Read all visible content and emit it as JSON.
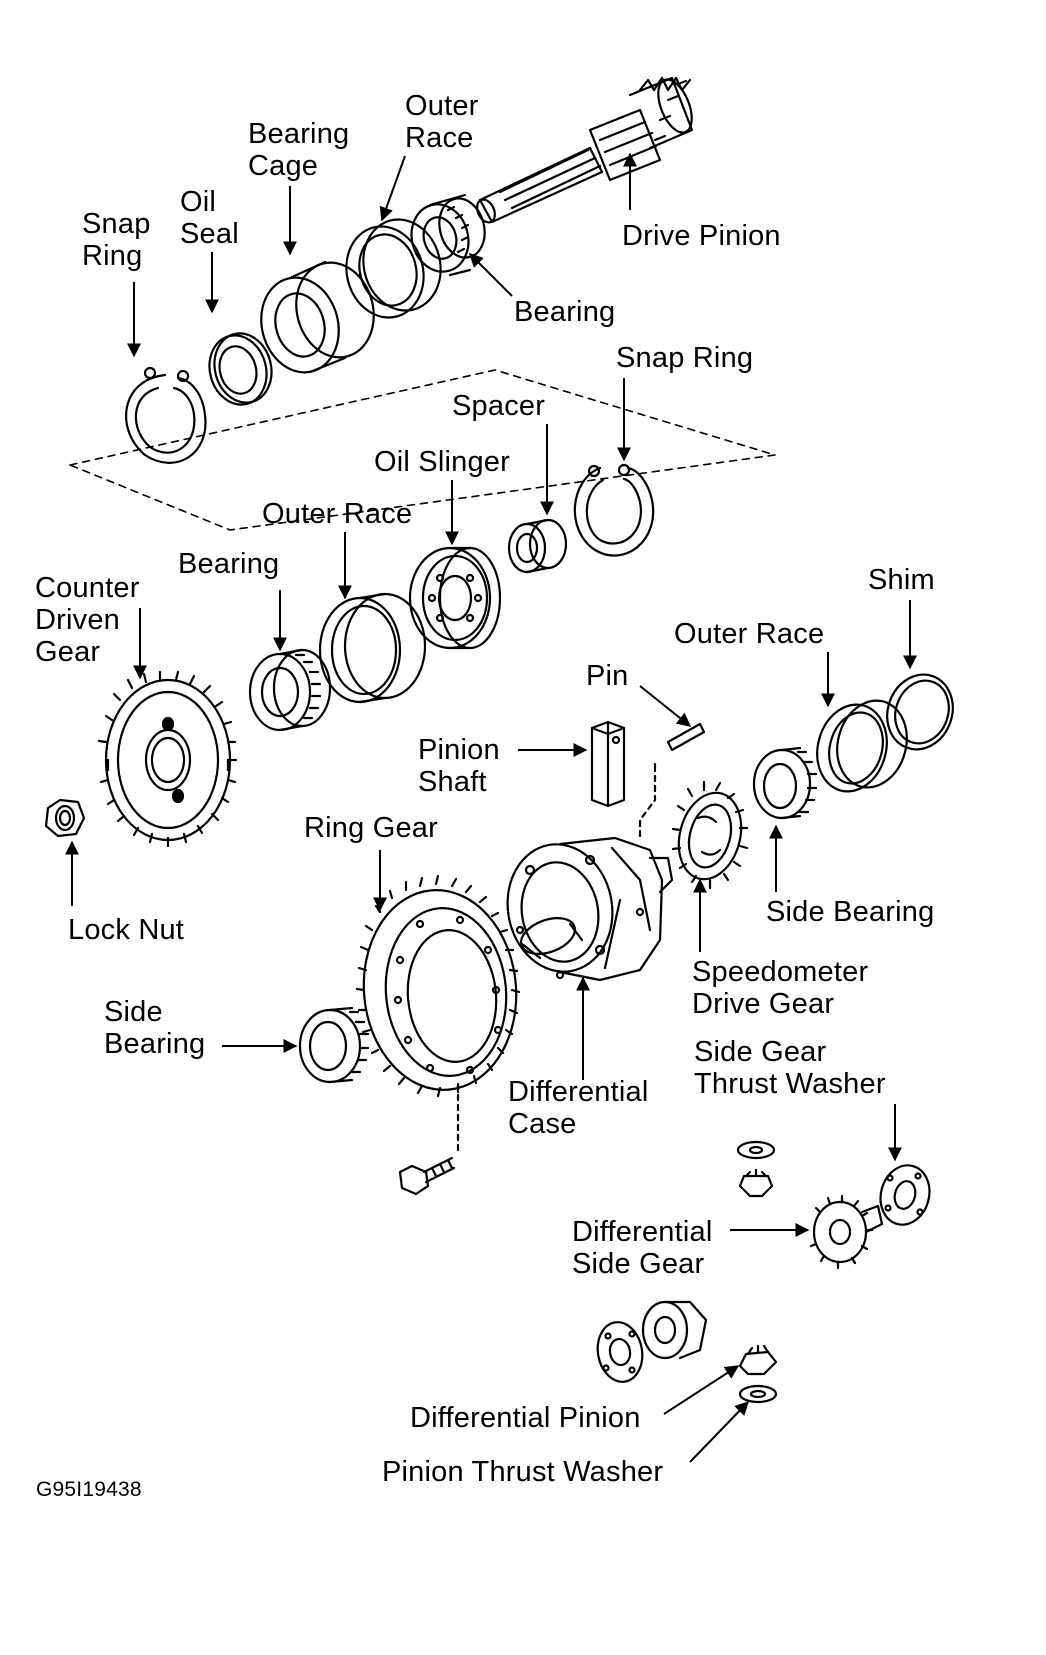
{
  "labels": {
    "snap_ring_1": "Snap\nRing",
    "oil_seal": "Oil\nSeal",
    "bearing_cage": "Bearing\nCage",
    "outer_race_1": "Outer\nRace",
    "drive_pinion": "Drive Pinion",
    "bearing_1": "Bearing",
    "snap_ring_2": "Snap Ring",
    "spacer": "Spacer",
    "oil_slinger": "Oil Slinger",
    "outer_race_2": "Outer Race",
    "bearing_2": "Bearing",
    "counter_driven_gear": "Counter\nDriven\nGear",
    "shim": "Shim",
    "outer_race_3": "Outer Race",
    "pin": "Pin",
    "pinion_shaft": "Pinion\nShaft",
    "ring_gear": "Ring Gear",
    "lock_nut": "Lock Nut",
    "side_bearing_right": "Side Bearing",
    "speedometer_drive_gear": "Speedometer\nDrive Gear",
    "side_bearing_left": "Side\nBearing",
    "side_gear_thrust_washer": "Side Gear\nThrust Washer",
    "differential_case": "Differential\nCase",
    "differential_side_gear": "Differential\nSide Gear",
    "differential_pinion": "Differential Pinion",
    "pinion_thrust_washer": "Pinion Thrust Washer"
  },
  "figure_code": "G95I19438",
  "colors": {
    "ink": "#000000",
    "paper": "#ffffff"
  }
}
